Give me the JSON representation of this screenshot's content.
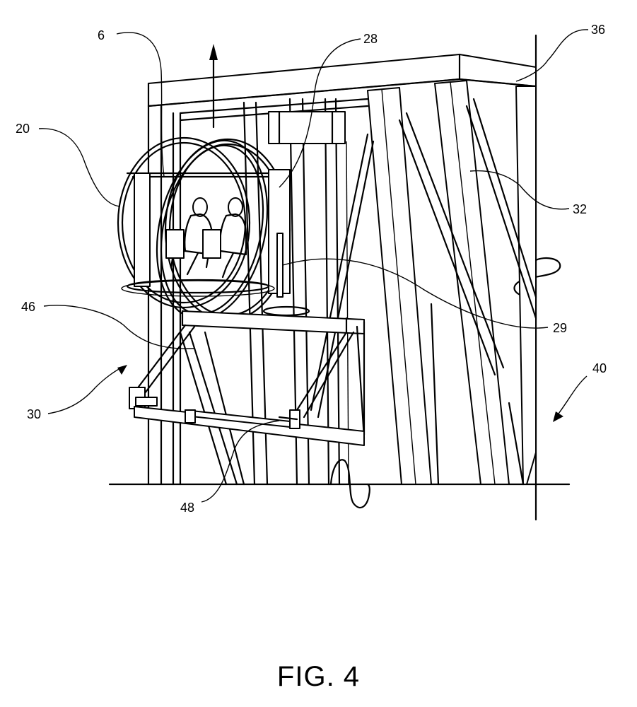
{
  "figure": {
    "caption": "FIG. 4"
  },
  "labels": {
    "l6": "6",
    "l20": "20",
    "l28": "28",
    "l36": "36",
    "l32": "32",
    "l29": "29",
    "l46": "46",
    "l40": "40",
    "l30": "30",
    "l48": "48"
  }
}
